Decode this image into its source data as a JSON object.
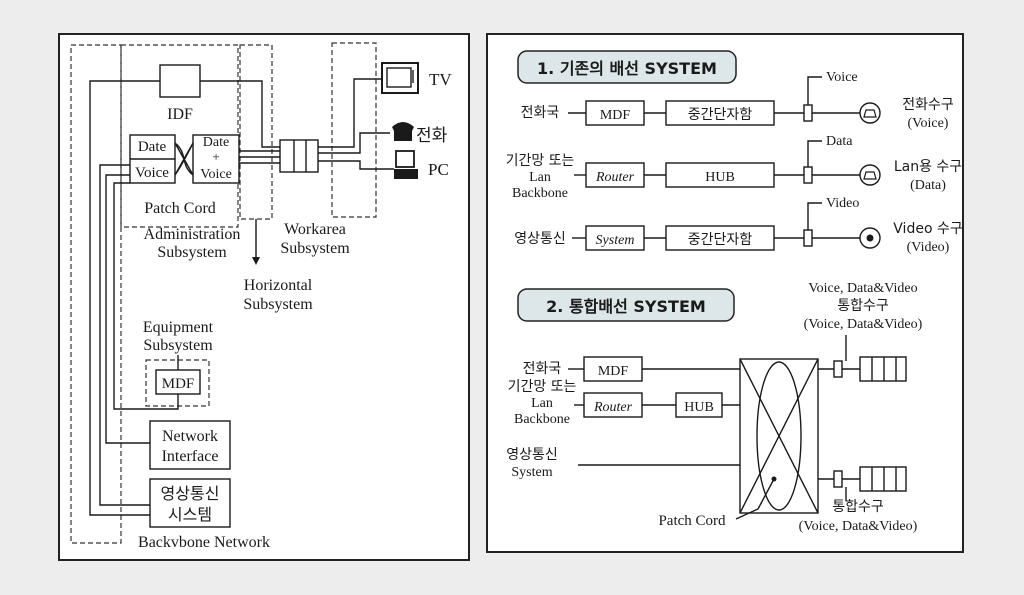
{
  "left": {
    "idf": "IDF",
    "patch_left": [
      "Date",
      "Voice"
    ],
    "patch_right": [
      "Date",
      "+",
      "Voice"
    ],
    "patch_cord": "Patch Cord",
    "admin": [
      "Administration",
      "Subsystem"
    ],
    "horizontal": [
      "Horizontal",
      "Subsystem"
    ],
    "workarea": [
      "Workarea",
      "Subsystem"
    ],
    "equipment": [
      "Equipment",
      "Subsystem"
    ],
    "mdf": "MDF",
    "network_interface": [
      "Network",
      "Interface"
    ],
    "video_system": [
      "영상통신",
      "시스템"
    ],
    "backbone": "Backvbone Network",
    "devices": {
      "tv": "TV",
      "phone": "전화",
      "pc": "PC"
    }
  },
  "right": {
    "section1": "1. 기존의 배선 SYSTEM",
    "section2": "2. 통합배선 SYSTEM",
    "rows1": [
      {
        "source": [
          "전화국"
        ],
        "box1": "MDF",
        "box2": "중간단자함",
        "type": "Voice",
        "outlet": [
          "전화수구",
          "(Voice)"
        ]
      },
      {
        "source": [
          "기간망 또는",
          "Lan",
          "Backbone"
        ],
        "box1": "Router",
        "box2": "HUB",
        "type": "Data",
        "outlet": [
          "Lan용 수구",
          "(Data)"
        ]
      },
      {
        "source": [
          "영상통신"
        ],
        "box1": "System",
        "box2": "중간단자함",
        "type": "Video",
        "outlet": [
          "Video 수구",
          "(Video)"
        ]
      }
    ],
    "integrated_top": [
      "Voice, Data&Video",
      "통합수구",
      "(Voice, Data&Video)"
    ],
    "rows2": [
      {
        "source": [
          "전화국"
        ],
        "box1": "MDF"
      },
      {
        "source": [
          "기간망 또는",
          "Lan",
          "Backbone"
        ],
        "box1": "Router",
        "box2": "HUB"
      },
      {
        "source": [
          "영상통신",
          "System"
        ]
      }
    ],
    "patch_cord": "Patch Cord",
    "integrated_bottom": [
      "통합수구",
      "(Voice, Data&Video)"
    ]
  }
}
